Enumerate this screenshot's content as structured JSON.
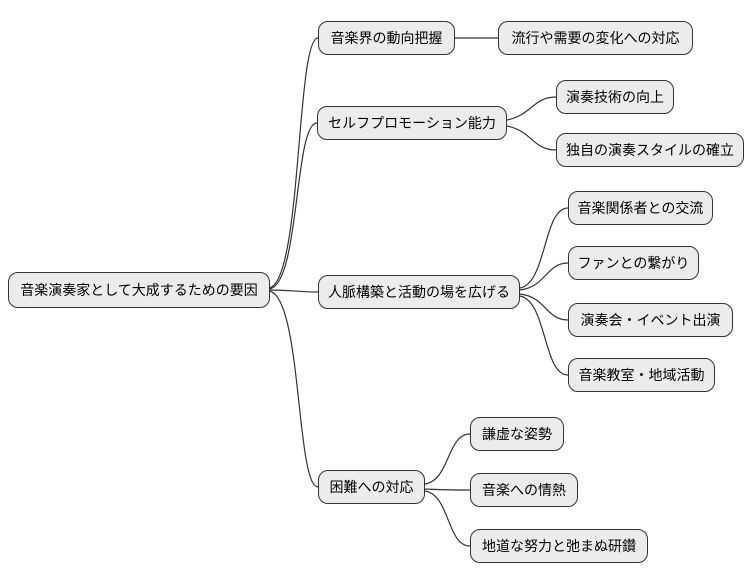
{
  "diagram": {
    "type": "mindmap",
    "orientation": "left-to-right",
    "colors": {
      "background": "#ffffff",
      "node_fill": "#ececec",
      "node_border": "#333333",
      "edge": "#333333",
      "text": "#000000"
    },
    "root": {
      "label": "音楽演奏家として大成するための要因"
    },
    "branches": [
      {
        "label": "音楽界の動向把握",
        "children": [
          "流行や需要の変化への対応"
        ]
      },
      {
        "label": "セルフプロモーション能力",
        "children": [
          "演奏技術の向上",
          "独自の演奏スタイルの確立"
        ]
      },
      {
        "label": "人脈構築と活動の場を広げる",
        "children": [
          "音楽関係者との交流",
          "ファンとの繋がり",
          "演奏会・イベント出演",
          "音楽教室・地域活動"
        ]
      },
      {
        "label": "困難への対応",
        "children": [
          "謙虚な姿勢",
          "音楽への情熱",
          "地道な努力と弛まぬ研鑽"
        ]
      }
    ]
  }
}
